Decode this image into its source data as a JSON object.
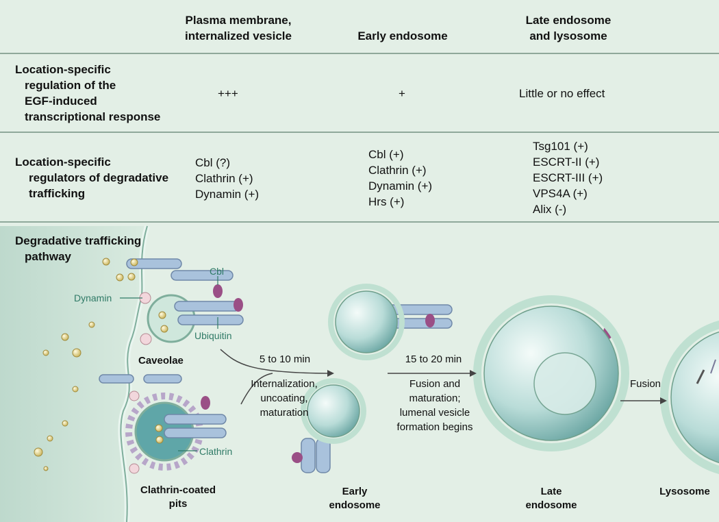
{
  "columns": {
    "plasma": [
      "Plasma membrane,",
      "internalized vesicle"
    ],
    "early": "Early endosome",
    "late": [
      "Late endosome",
      "and lysosome"
    ]
  },
  "row1": {
    "header": [
      "Location-specific",
      "regulation of the",
      "EGF-induced",
      "transcriptional response"
    ],
    "plasma": "+++",
    "early": "+",
    "late": "Little or no effect"
  },
  "row2": {
    "header": [
      "Location-specific",
      "regulators of degradative",
      "trafficking"
    ],
    "plasma": [
      "Cbl (?)",
      "Clathrin (+)",
      "Dynamin (+)"
    ],
    "early": [
      "Cbl (+)",
      "Clathrin (+)",
      "Dynamin (+)",
      "Hrs (+)"
    ],
    "late": [
      "Tsg101 (+)",
      "ESCRT-II (+)",
      "ESCRT-III (+)",
      "VPS4A (+)",
      "Alix (-)"
    ]
  },
  "pathway": {
    "header": [
      "Degradative trafficking",
      "pathway"
    ],
    "labels": {
      "cbl": "Cbl",
      "dynamin": "Dynamin",
      "ubiquitin": "Ubiquitin",
      "clathrin": "Clathrin",
      "caveolae": "Caveolae",
      "clathrin_pits": [
        "Clathrin-coated",
        "pits"
      ],
      "early_endosome": [
        "Early",
        "endosome"
      ],
      "late_endosome": [
        "Late",
        "endosome"
      ],
      "lysosome": "Lysosome"
    },
    "steps": {
      "step1_time": "5 to 10 min",
      "step1_desc": [
        "Internalization,",
        "uncoating,",
        "maturation"
      ],
      "step2_time": "15 to 20 min",
      "step2_desc": [
        "Fusion and",
        "maturation;",
        "lumenal vesicle",
        "formation begins"
      ],
      "step3": "Fusion"
    }
  },
  "colors": {
    "background": "#e3efe6",
    "membrane": "#c9e3d6",
    "vesicle": "#8cc2bf",
    "teal_label": "#2f7a66",
    "receptor": "#a9c2dc",
    "cbl_purple": "#9a4f86"
  }
}
